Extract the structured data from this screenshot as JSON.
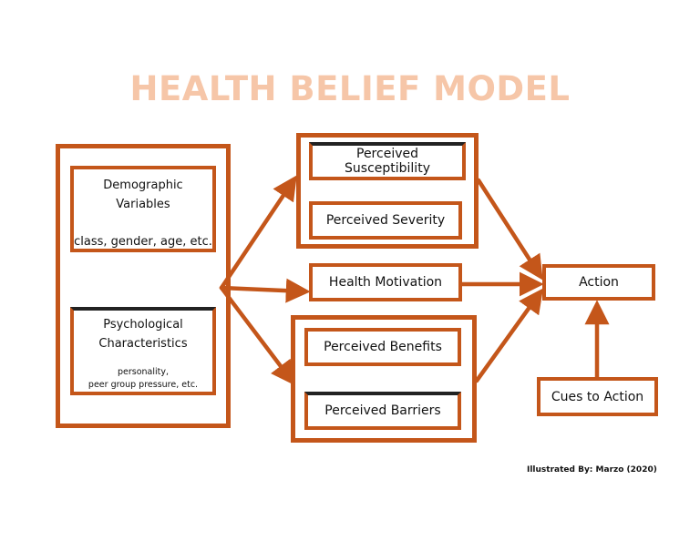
{
  "title": "HEALTH BELIEF MODEL",
  "modifying_factors": {
    "demographic": {
      "heading_line1": "Demographic",
      "heading_line2": "Variables",
      "detail": "class, gender, age, etc."
    },
    "psychological": {
      "heading_line1": "Psychological",
      "heading_line2": "Characteristics",
      "detail_line1": "personality,",
      "detail_line2": "peer group pressure, etc."
    }
  },
  "perceived_threat": {
    "susceptibility": "Perceived Susceptibility",
    "severity": "Perceived Severity"
  },
  "health_motivation": "Health Motivation",
  "expectations": {
    "benefits": "Perceived Benefits",
    "barriers": "Perceived Barriers"
  },
  "action": "Action",
  "cues_to_action": "Cues to Action",
  "credit": "Illustrated By: Marzo (2020)",
  "colors": {
    "accent": "#c4561a",
    "title": "#f6c6a8"
  }
}
